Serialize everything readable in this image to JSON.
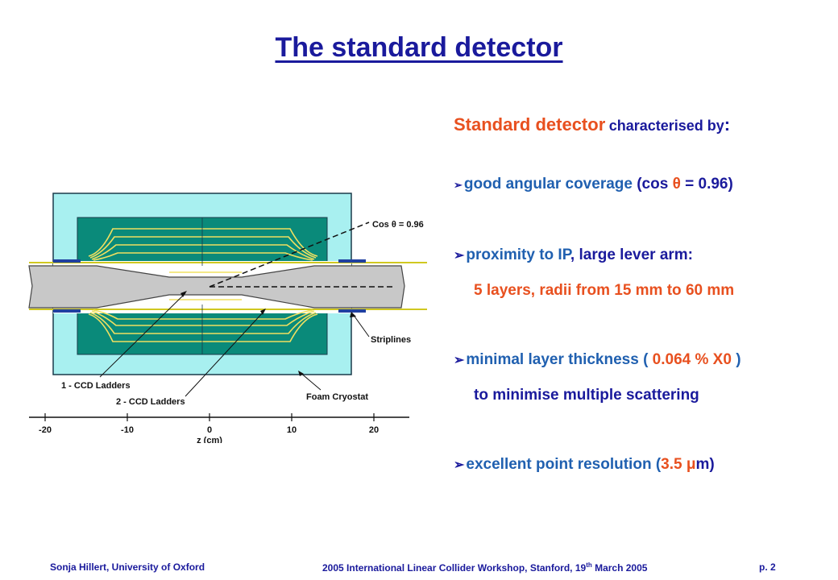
{
  "slide": {
    "title": "The standard detector",
    "heading": {
      "highlight": "Standard detector",
      "rest": "characterised by",
      "colon": ":"
    },
    "bullets": [
      {
        "a": "good angular coverage",
        "b": " (cos ",
        "theta": "θ",
        "c": " = 0.96)"
      },
      {
        "a": "proximity to IP",
        "b": ", large lever arm:",
        "line2": "5 layers, radii from 15 mm to 60 mm"
      },
      {
        "a": "minimal layer thickness ( ",
        "b": "0.064 % X0",
        "c": " )",
        "line2": "to minimise multiple scattering"
      },
      {
        "a": "excellent point resolution (",
        "b": "3.5 ",
        "mu": "μ",
        "c": "m",
        "d": ")"
      }
    ],
    "arrow_glyph": "➢"
  },
  "diagram": {
    "labels": {
      "cos_theta": "Cos θ = 0.96",
      "striplines": "Striplines",
      "ladders1": "1 - CCD Ladders",
      "ladders2": "2 - CCD Ladders",
      "foam": "Foam Cryostat",
      "axis_title": "z (cm)"
    },
    "axis_ticks": [
      "-20",
      "-10",
      "0",
      "10",
      "20"
    ],
    "colors": {
      "cryostat": "#a8f0f0",
      "inner": "#0a8a7a",
      "ladder": "#f0e060",
      "beampipe": "#c8c8c8"
    }
  },
  "footer": {
    "left": "Sonja Hillert, University  of Oxford",
    "middle_a": "2005 International  Linear Collider Workshop,  Stanford, 19",
    "middle_sup": "th",
    "middle_b": " March 2005",
    "right": "p. 2"
  }
}
